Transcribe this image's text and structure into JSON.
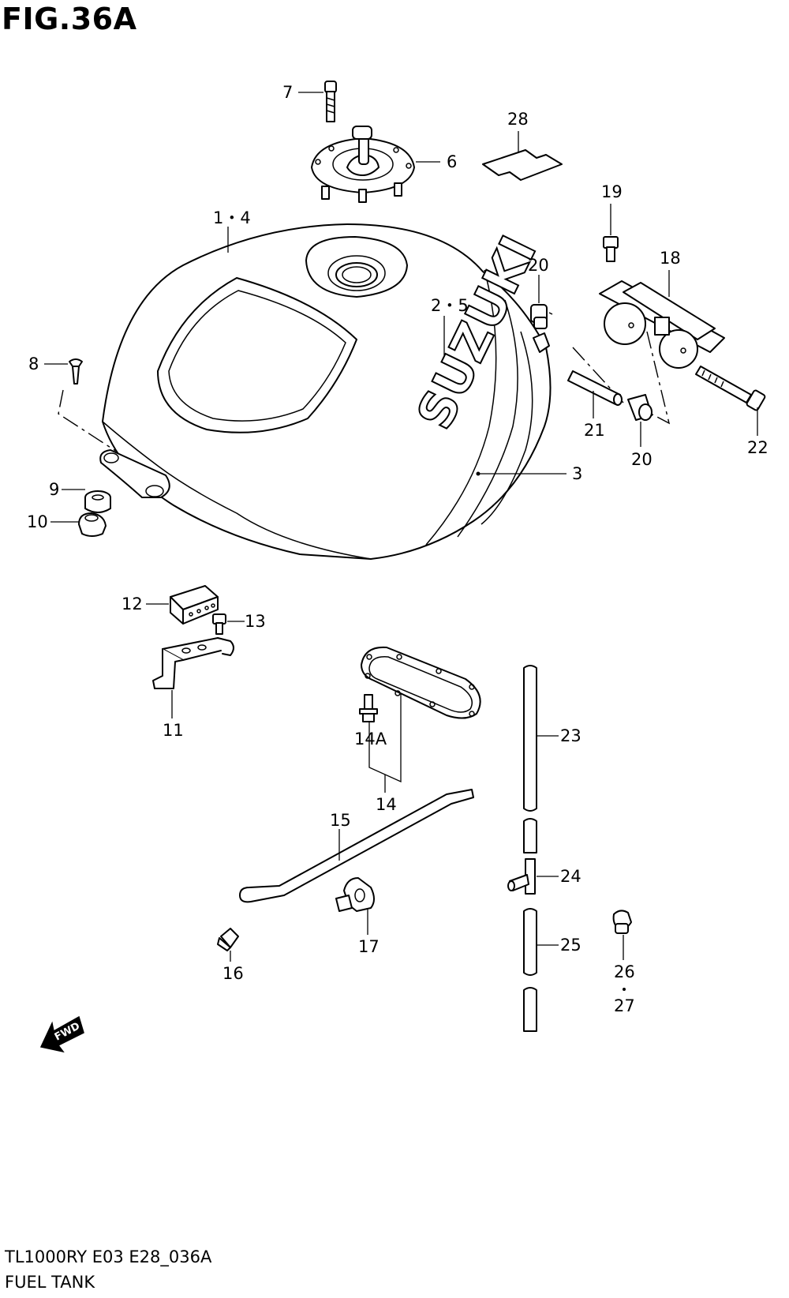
{
  "figure": {
    "title": "FIG.36A"
  },
  "footer": {
    "model_code": "TL1000RY E03 E28_036A",
    "section_name": "FUEL TANK"
  },
  "tank_brand": "SUZUKI",
  "fwd_arrow_text": "FWD",
  "callouts": {
    "c1_4": "1・4",
    "c2_5": "2・5",
    "c3": "3",
    "c6": "6",
    "c7": "7",
    "c8": "8",
    "c9": "9",
    "c10": "10",
    "c11": "11",
    "c12": "12",
    "c13": "13",
    "c14": "14",
    "c14a": "14A",
    "c15": "15",
    "c16": "16",
    "c17": "17",
    "c18": "18",
    "c19": "19",
    "c20a": "20",
    "c20b": "20",
    "c21": "21",
    "c22": "22",
    "c23": "23",
    "c24": "24",
    "c25": "25",
    "c26": "26",
    "c27": "27",
    "c28": "28"
  }
}
